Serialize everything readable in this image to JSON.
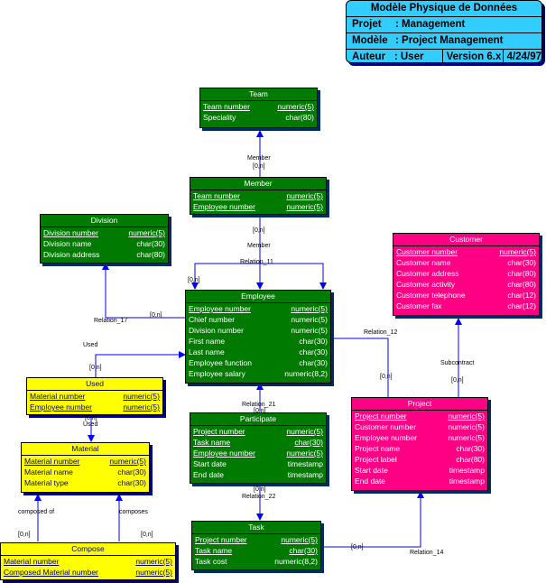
{
  "title_block": {
    "title": "Modèle Physique de Données",
    "rows": [
      {
        "key": "Projet",
        "value": ": Management"
      },
      {
        "key": "Modèle",
        "value": ": Project Management"
      }
    ],
    "author_key": "Auteur",
    "author_value": ": User",
    "version": "Version 6.x",
    "date": "4/24/97"
  },
  "entities": {
    "team": {
      "name": "Team",
      "attrs": [
        {
          "n": "Team number",
          "t": "numeric(5)",
          "pk": true
        },
        {
          "n": "Speciality",
          "t": "char(80)"
        }
      ]
    },
    "member": {
      "name": "Member",
      "attrs": [
        {
          "n": "Team number",
          "t": "numeric(5)",
          "pk": true
        },
        {
          "n": "Employee number",
          "t": "numeric(5)",
          "pk": true
        }
      ]
    },
    "division": {
      "name": "Division",
      "attrs": [
        {
          "n": "Division number",
          "t": "numeric(5)",
          "pk": true
        },
        {
          "n": "Division name",
          "t": "char(30)"
        },
        {
          "n": "Division address",
          "t": "char(80)"
        }
      ]
    },
    "customer": {
      "name": "Customer",
      "attrs": [
        {
          "n": "Customer number",
          "t": "numeric(5)",
          "pk": true
        },
        {
          "n": "Customer name",
          "t": "char(30)"
        },
        {
          "n": "Customer address",
          "t": "char(80)"
        },
        {
          "n": "Customer activity",
          "t": "char(80)"
        },
        {
          "n": "Customer telephone",
          "t": "char(12)"
        },
        {
          "n": "Customer fax",
          "t": "char(12)"
        }
      ]
    },
    "employee": {
      "name": "Employee",
      "attrs": [
        {
          "n": "Employee number",
          "t": "numeric(5)",
          "pk": true
        },
        {
          "n": "Chief number",
          "t": "numeric(5)"
        },
        {
          "n": "Division number",
          "t": "numeric(5)"
        },
        {
          "n": "First name",
          "t": "char(30)"
        },
        {
          "n": "Last name",
          "t": "char(30)"
        },
        {
          "n": "Employee function",
          "t": "char(30)"
        },
        {
          "n": "Employee salary",
          "t": "numeric(8,2)"
        }
      ]
    },
    "used": {
      "name": "Used",
      "attrs": [
        {
          "n": "Material number",
          "t": "numeric(5)",
          "pk": true
        },
        {
          "n": "Employee number",
          "t": "numeric(5)",
          "pk": true
        }
      ]
    },
    "participate": {
      "name": "Participate",
      "attrs": [
        {
          "n": "Project number",
          "t": "numeric(5)",
          "pk": true
        },
        {
          "n": "Task name",
          "t": "char(30)",
          "pk": true
        },
        {
          "n": "Employee number",
          "t": "numeric(5)",
          "pk": true
        },
        {
          "n": "Start date",
          "t": "timestamp"
        },
        {
          "n": "End date",
          "t": "timestamp"
        }
      ]
    },
    "project": {
      "name": "Project",
      "attrs": [
        {
          "n": "Project number",
          "t": "numeric(5)",
          "pk": true
        },
        {
          "n": "Customer number",
          "t": "numeric(5)"
        },
        {
          "n": "Employee number",
          "t": "numeric(5)"
        },
        {
          "n": "Project name",
          "t": "char(30)"
        },
        {
          "n": "Project label",
          "t": "char(80)"
        },
        {
          "n": "Start date",
          "t": "timestamp"
        },
        {
          "n": "End date",
          "t": "timestamp"
        }
      ]
    },
    "material": {
      "name": "Material",
      "attrs": [
        {
          "n": "Material number",
          "t": "numeric(5)",
          "pk": true
        },
        {
          "n": "Material name",
          "t": "char(30)"
        },
        {
          "n": "Material type",
          "t": "char(30)"
        }
      ]
    },
    "task": {
      "name": "Task",
      "attrs": [
        {
          "n": "Project number",
          "t": "numeric(5)",
          "pk": true
        },
        {
          "n": "Task name",
          "t": "char(30)",
          "pk": true
        },
        {
          "n": "Task cost",
          "t": "numeric(8,2)"
        }
      ]
    },
    "compose": {
      "name": "Compose",
      "attrs": [
        {
          "n": "Material number",
          "t": "numeric(5)",
          "pk": true
        },
        {
          "n": "Composed Material number",
          "t": "numeric(5)",
          "pk": true
        }
      ]
    }
  },
  "labels": {
    "member_role": "Member",
    "member_card": "[0,n]",
    "member_card2": "[0,n]",
    "member_role2": "Member",
    "relation_11": "Relation_11",
    "rel11_card": "[0,n]",
    "relation_17": "Relation_17",
    "rel17_card": "[0,n]",
    "relation_12": "Relation_12",
    "rel12_card": "[0,n]",
    "used_role": "Used",
    "used_card": "[0,n]",
    "used_role2": "Used",
    "used_card2": "[0,n]",
    "relation_21": "Relation_21",
    "rel21_card": "[0,n]",
    "subcontract": "Subcontract",
    "sub_card": "[0,n]",
    "relation_22": "Relation_22",
    "rel22_card": "[0,n]",
    "composed_of": "composed of",
    "composed_of_card": "[0,n]",
    "composes": "composes",
    "composes_card": "[0,n]",
    "relation_14": "Relation_14",
    "rel14_card": "[0,n]"
  }
}
